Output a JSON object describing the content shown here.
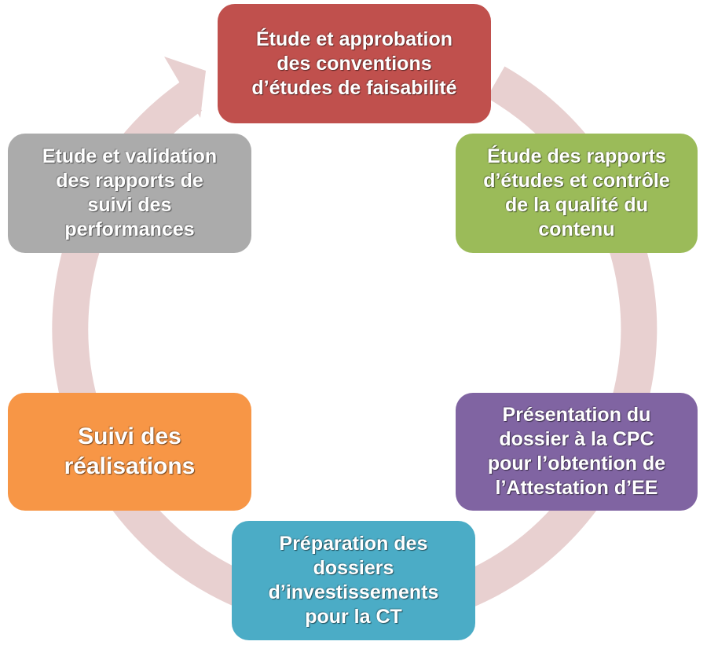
{
  "diagram": {
    "ring_color": "#E8D0D0",
    "steps": [
      {
        "id": "step-1",
        "text": "Étude et approbation\ndes conventions\nd’études de faisabilité",
        "color": "#C0504D"
      },
      {
        "id": "step-2",
        "text": "Étude  des  rapports\nd’études et contrôle\nde la qualité du\ncontenu",
        "color": "#9BBB59"
      },
      {
        "id": "step-3",
        "text": "Présentation du\ndossier à la CPC\npour l’obtention de\nl’Attestation d’EE",
        "color": "#8064A2"
      },
      {
        "id": "step-4",
        "text": "Préparation des\ndossiers\nd’investissements\npour la CT",
        "color": "#4BACC6"
      },
      {
        "id": "step-5",
        "text": "Suivi des\nréalisations",
        "color": "#F79646"
      },
      {
        "id": "step-6",
        "text": "Etude et validation\ndes rapports de\nsuivi des\nperformances",
        "color": "#ABABAB"
      }
    ]
  }
}
